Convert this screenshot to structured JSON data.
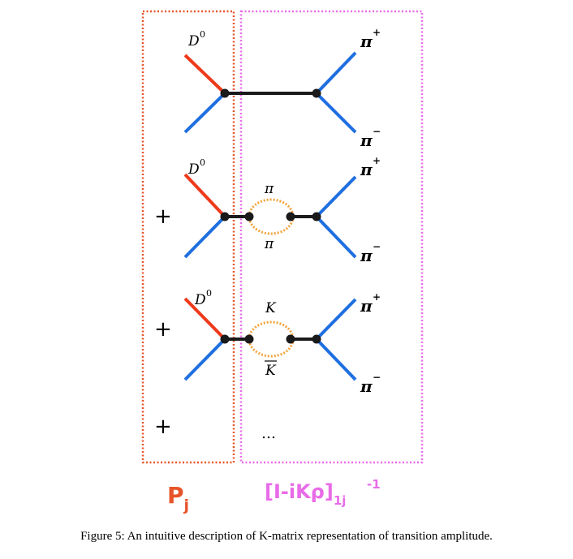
{
  "diagram": {
    "labels": {
      "d0": "D",
      "d0_sup": "0",
      "pi": "π",
      "pi_plus_sup": "+",
      "pi_minus_sup": "−",
      "loop_pi": "π",
      "loop_k": "K",
      "loop_kbar": "K",
      "plus": "+",
      "ellipsis": "…"
    },
    "left_box_label": {
      "main": "P",
      "sub": "j"
    },
    "right_box_label": {
      "main": "[I-iKρ]",
      "sub": "1j",
      "sup": "-1"
    }
  },
  "colors": {
    "d0_line": "#ee3a1c",
    "pion_line": "#1f6fe0",
    "propagator": "#1a1a1a",
    "loop": "#f3a33a",
    "left_box": "#e8542a",
    "right_box": "#e86be8"
  },
  "caption": "Figure 5: An intuitive description of K-matrix representation of transition amplitude."
}
